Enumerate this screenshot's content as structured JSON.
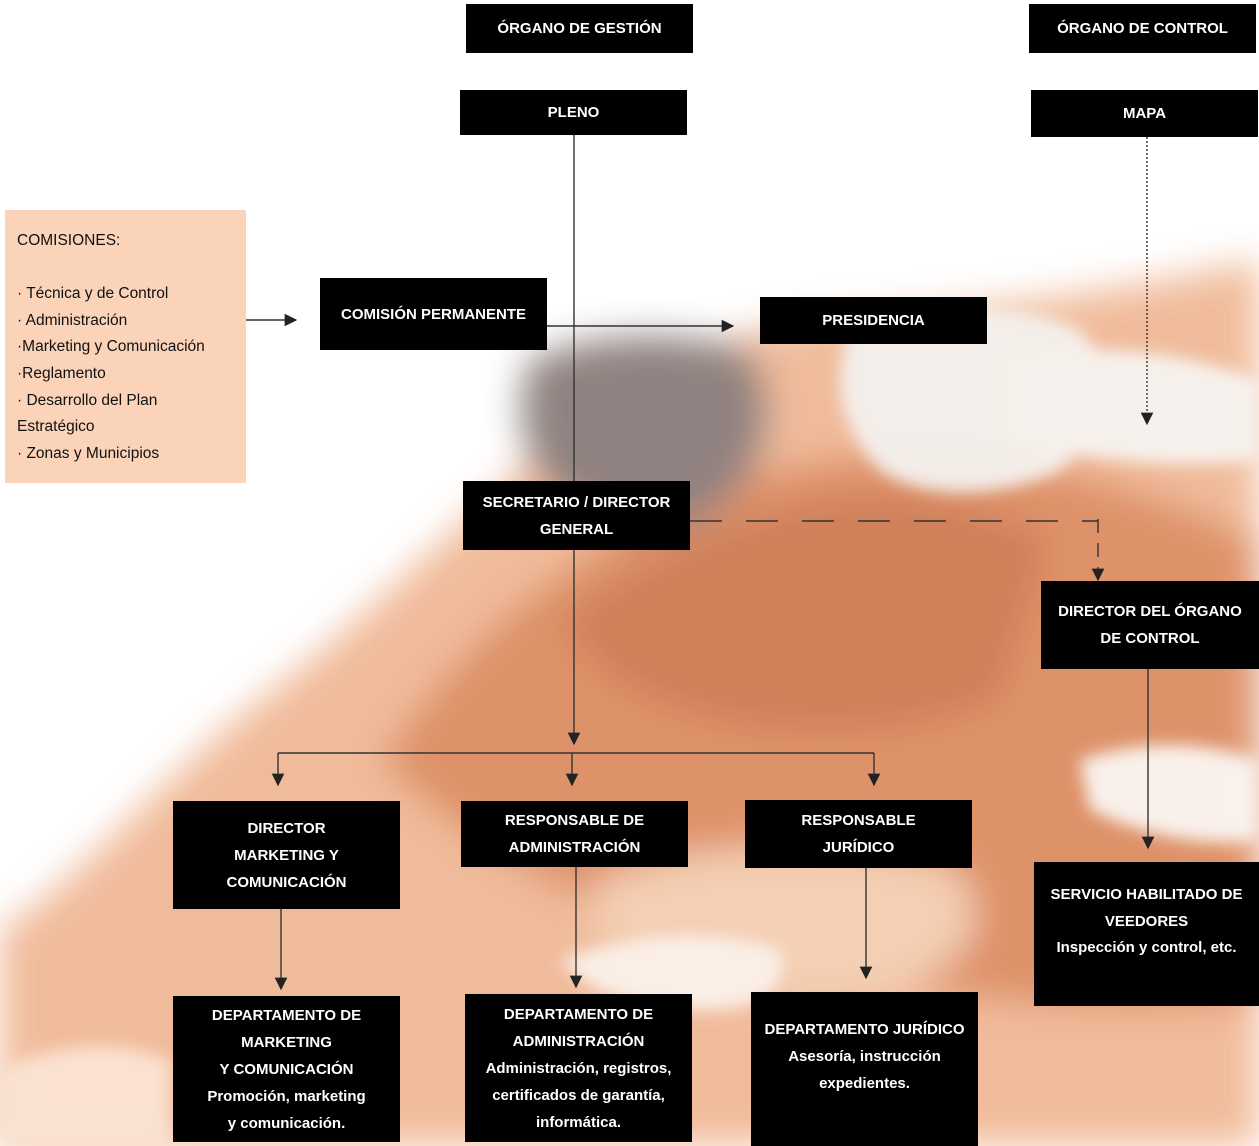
{
  "headers": {
    "gestion": "ÓRGANO DE GESTIÓN",
    "control": "ÓRGANO DE CONTROL"
  },
  "nodes": {
    "pleno": [
      "PLENO"
    ],
    "mapa": [
      "MAPA"
    ],
    "comision_permanente": [
      "COMISIÓN PERMANENTE"
    ],
    "presidencia": [
      "PRESIDENCIA"
    ],
    "secretario": [
      "SECRETARIO / DIRECTOR",
      "GENERAL"
    ],
    "director_control": [
      "DIRECTOR DEL  ÓRGANO",
      "DE CONTROL"
    ],
    "director_marketing": [
      "DIRECTOR",
      "MARKETING Y",
      "COMUNICACIÓN"
    ],
    "resp_administracion": [
      "RESPONSABLE DE",
      "ADMINISTRACIÓN"
    ],
    "resp_juridico": [
      "RESPONSABLE",
      "JURÍDICO"
    ],
    "servicio_veedores": [
      "SERVICIO HABILITADO DE",
      "VEEDORES",
      "Inspección y control, etc."
    ],
    "dep_marketing": [
      "DEPARTAMENTO DE",
      "MARKETING",
      "Y COMUNICACIÓN",
      "Promoción, marketing",
      "y comunicación."
    ],
    "dep_administracion": [
      "DEPARTAMENTO DE",
      "ADMINISTRACIÓN",
      "Administración, registros,",
      "certificados de garantía,",
      "informática."
    ],
    "dep_juridico": [
      "DEPARTAMENTO JURÍDICO",
      "Asesoría, instrucción",
      "expedientes."
    ]
  },
  "comisiones": {
    "title": "COMISIONES:",
    "items": [
      "· Técnica y de Control",
      "· Administración",
      "·Marketing y Comunicación",
      "·Reglamento",
      "· Desarrollo del Plan",
      "Estratégico",
      "· Zonas y Municipios"
    ]
  },
  "colors": {
    "box": "#000000",
    "box_text": "#ffffff",
    "comisiones_bg": "#fbd3b8",
    "background_wash": "#e39a6c"
  }
}
